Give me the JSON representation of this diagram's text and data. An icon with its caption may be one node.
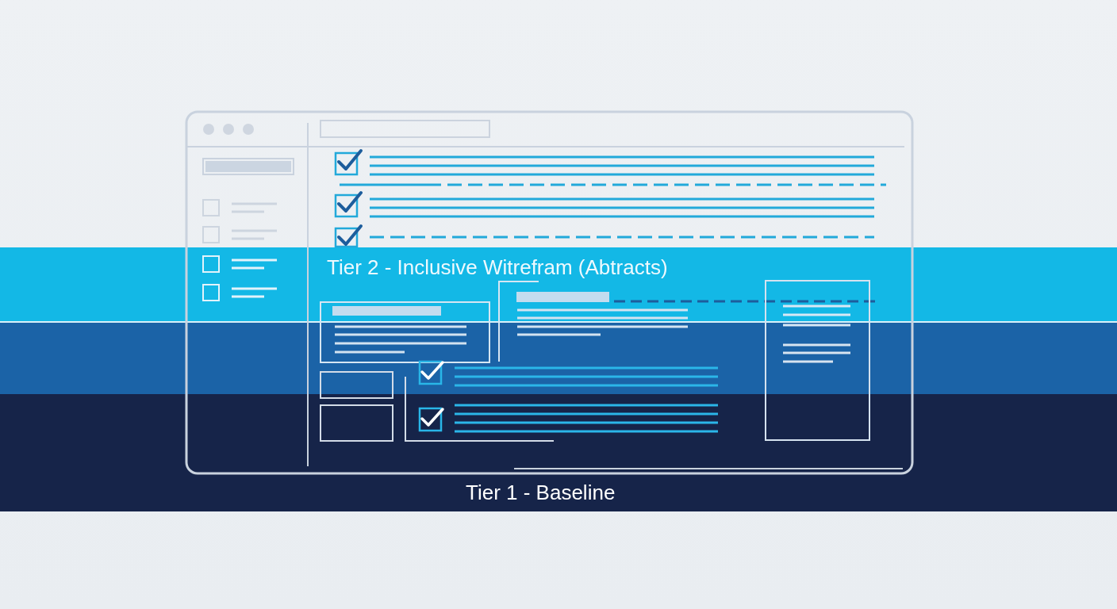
{
  "diagram": {
    "nodes": [
      {
        "text": [
          "Tier 2 - Inclusive Witrefram (Abtracts)"
        ]
      },
      {
        "text": [],
        "shape": "band"
      },
      {
        "text": [
          "Tier 1 - Baseline"
        ]
      }
    ]
  }
}
